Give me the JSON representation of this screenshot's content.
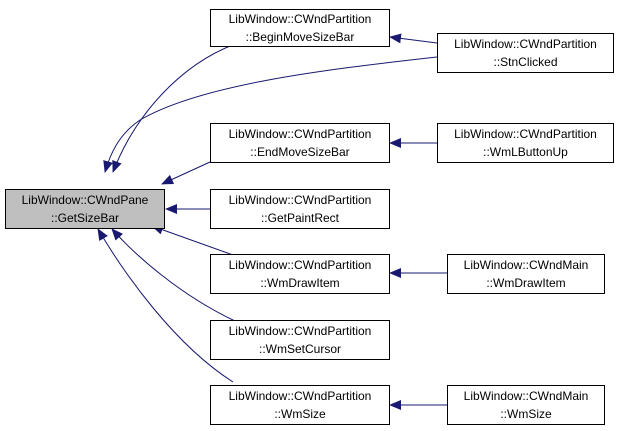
{
  "colors": {
    "edge": "#191970",
    "node_border": "#000000",
    "node_fill": "#ffffff",
    "root_fill": "#bfbfbf"
  },
  "root": {
    "line1": "LibWindow::CWndPane",
    "line2": "::GetSizeBar"
  },
  "callers": [
    {
      "line1": "LibWindow::CWndPartition",
      "line2": "::BeginMoveSizeBar"
    },
    {
      "line1": "LibWindow::CWndPartition",
      "line2": "::EndMoveSizeBar"
    },
    {
      "line1": "LibWindow::CWndPartition",
      "line2": "::GetPaintRect"
    },
    {
      "line1": "LibWindow::CWndPartition",
      "line2": "::WmDrawItem"
    },
    {
      "line1": "LibWindow::CWndPartition",
      "line2": "::WmSetCursor"
    },
    {
      "line1": "LibWindow::CWndPartition",
      "line2": "::WmSize"
    }
  ],
  "outer_callers": [
    {
      "line1": "LibWindow::CWndPartition",
      "line2": "::StnClicked"
    },
    {
      "line1": "LibWindow::CWndPartition",
      "line2": "::WmLButtonUp"
    },
    {
      "line1": "LibWindow::CWndMain",
      "line2": "::WmDrawItem"
    },
    {
      "line1": "LibWindow::CWndMain",
      "line2": "::WmSize"
    }
  ]
}
